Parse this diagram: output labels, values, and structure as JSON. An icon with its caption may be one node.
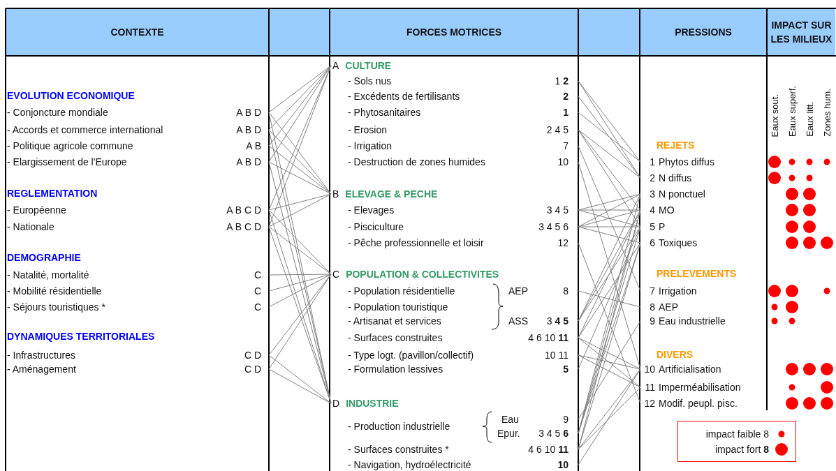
{
  "diagram": {
    "nodes": [
      {
        "text": [
          "CONTEXTE"
        ]
      },
      {
        "text": [
          "FORCES MOTRICES"
        ]
      },
      {
        "text": [
          "PRESSIONS"
        ]
      },
      {
        "text": [
          "IMPACT SUR LES MILIEUX"
        ]
      },
      {
        "text": [
          "- Conjoncture mondiale",
          "A B D"
        ]
      },
      {
        "text": [
          "- Accords et commerce international",
          "A B D"
        ]
      },
      {
        "text": [
          "- Politique agricole commune",
          "A B"
        ]
      },
      {
        "text": [
          "- Elargissement de l'Europe",
          "A B D"
        ]
      },
      {
        "text": [
          "- Européenne",
          "A B C D"
        ]
      },
      {
        "text": [
          "- Nationale",
          "A B C D"
        ]
      },
      {
        "text": [
          "- Natalité, mortalité",
          "C"
        ]
      },
      {
        "text": [
          "- Mobilité résidentielle",
          "C"
        ]
      },
      {
        "text": [
          "- Séjours touristiques *",
          "C"
        ]
      },
      {
        "text": [
          "- Infrastructures",
          "C D"
        ]
      },
      {
        "text": [
          "- Aménagement",
          "C D"
        ]
      },
      {
        "text": [
          "A",
          "CULTURE"
        ]
      },
      {
        "text": [
          "- Sols nus",
          "1 **2**"
        ]
      },
      {
        "text": [
          "- Excédents de fertilisants",
          "**2**"
        ]
      },
      {
        "text": [
          "- Phytosanitaires",
          "**1**"
        ]
      },
      {
        "text": [
          "- Erosion",
          "2 4 5"
        ]
      },
      {
        "text": [
          "- Irrigation",
          "7"
        ]
      },
      {
        "text": [
          "- Destruction de zones humides",
          "10"
        ]
      },
      {
        "text": [
          "B",
          "ELEVAGE & PECHE"
        ]
      },
      {
        "text": [
          "- Elevages",
          "3 4 5"
        ]
      },
      {
        "text": [
          "- Pisciculture",
          "3 4 5 6"
        ]
      },
      {
        "text": [
          "- Pêche professionnelle et loisir",
          "12"
        ]
      },
      {
        "text": [
          "C",
          "POPULATION & COLLECTIVITES"
        ]
      },
      {
        "text": [
          "- Population résidentielle"
        ]
      },
      {
        "text": [
          "AEP",
          "8"
        ]
      },
      {
        "text": [
          "- Population touristique"
        ]
      },
      {
        "text": [
          "- Artisanat et services"
        ]
      },
      {
        "text": [
          "ASS",
          "3 **4 5**"
        ]
      },
      {
        "text": [
          "- Surfaces construites",
          "4 6 10 **11**"
        ]
      },
      {
        "text": [
          "- Type logt. (pavillon/collectif)",
          "10 11"
        ]
      },
      {
        "text": [
          "- Formulation lessives",
          "**5**"
        ]
      },
      {
        "text": [
          "D",
          "INDUSTRIE"
        ]
      },
      {
        "text": [
          "- Production industrielle"
        ]
      },
      {
        "text": [
          "Eau",
          "9"
        ]
      },
      {
        "text": [
          "Epur.",
          "3 4 5 **6**"
        ]
      },
      {
        "text": [
          "- Surfaces construites *",
          "4 6 10 **11**"
        ]
      },
      {
        "text": [
          "- Navigation, hydroélectricité",
          "**10**"
        ]
      },
      {
        "text": [
          "1",
          "Phytos diffus"
        ]
      },
      {
        "text": [
          "2",
          "N diffus"
        ]
      },
      {
        "text": [
          "3",
          "N ponctuel"
        ]
      },
      {
        "text": [
          "4",
          "MO"
        ]
      },
      {
        "text": [
          "5",
          "P"
        ]
      },
      {
        "text": [
          "6",
          "Toxiques"
        ]
      },
      {
        "text": [
          "7",
          "Irrigation"
        ]
      },
      {
        "text": [
          "8",
          "AEP"
        ]
      },
      {
        "text": [
          "9",
          "Eau industrielle"
        ]
      },
      {
        "text": [
          "10",
          "Artificialisation"
        ]
      },
      {
        "text": [
          "11",
          "Imperméabilisation"
        ]
      },
      {
        "text": [
          "12",
          "Modif. peupl. pisc."
        ]
      },
      {
        "text": [],
        "shape": "box"
      },
      {
        "text": [],
        "shape": "box"
      }
    ],
    "edges": [
      {
        "from": 4,
        "to": 15,
        "arrow": "none"
      },
      {
        "from": 4,
        "to": 22,
        "arrow": "none"
      },
      {
        "from": 4,
        "to": 35,
        "arrow": "none"
      },
      {
        "from": 5,
        "to": 15,
        "arrow": "none"
      },
      {
        "from": 5,
        "to": 22,
        "arrow": "none"
      },
      {
        "from": 5,
        "to": 35,
        "arrow": "none"
      },
      {
        "from": 6,
        "to": 15,
        "arrow": "none"
      },
      {
        "from": 6,
        "to": 22,
        "arrow": "none"
      },
      {
        "from": 7,
        "to": 15,
        "arrow": "none"
      },
      {
        "from": 7,
        "to": 22,
        "arrow": "none"
      },
      {
        "from": 7,
        "to": 35,
        "arrow": "none"
      },
      {
        "from": 8,
        "to": 15,
        "arrow": "none"
      },
      {
        "from": 8,
        "to": 22,
        "arrow": "none"
      },
      {
        "from": 8,
        "to": 26,
        "arrow": "none"
      },
      {
        "from": 8,
        "to": 35,
        "arrow": "none"
      },
      {
        "from": 9,
        "to": 15,
        "arrow": "none"
      },
      {
        "from": 9,
        "to": 22,
        "arrow": "none"
      },
      {
        "from": 9,
        "to": 26,
        "arrow": "none"
      },
      {
        "from": 9,
        "to": 35,
        "arrow": "none"
      },
      {
        "from": 10,
        "to": 26,
        "arrow": "none"
      },
      {
        "from": 11,
        "to": 26,
        "arrow": "none"
      },
      {
        "from": 12,
        "to": 26,
        "arrow": "none"
      },
      {
        "from": 13,
        "to": 26,
        "arrow": "none"
      },
      {
        "from": 13,
        "to": 35,
        "arrow": "none"
      },
      {
        "from": 14,
        "to": 26,
        "arrow": "none"
      },
      {
        "from": 14,
        "to": 35,
        "arrow": "none"
      },
      {
        "from": 16,
        "to": 41,
        "arrow": "none"
      },
      {
        "from": 16,
        "to": 42,
        "arrow": "none"
      },
      {
        "from": 17,
        "to": 42,
        "arrow": "none"
      },
      {
        "from": 18,
        "to": 41,
        "arrow": "none"
      },
      {
        "from": 19,
        "to": 42,
        "arrow": "none"
      },
      {
        "from": 19,
        "to": 44,
        "arrow": "none"
      },
      {
        "from": 19,
        "to": 45,
        "arrow": "none"
      },
      {
        "from": 20,
        "to": 47,
        "arrow": "none"
      },
      {
        "from": 21,
        "to": 50,
        "arrow": "none"
      },
      {
        "from": 23,
        "to": 43,
        "arrow": "none"
      },
      {
        "from": 23,
        "to": 44,
        "arrow": "none"
      },
      {
        "from": 23,
        "to": 45,
        "arrow": "none"
      },
      {
        "from": 24,
        "to": 43,
        "arrow": "none"
      },
      {
        "from": 24,
        "to": 44,
        "arrow": "none"
      },
      {
        "from": 24,
        "to": 45,
        "arrow": "none"
      },
      {
        "from": 24,
        "to": 46,
        "arrow": "none"
      },
      {
        "from": 25,
        "to": 52,
        "arrow": "none"
      },
      {
        "from": 28,
        "to": 48,
        "arrow": "none"
      },
      {
        "from": 31,
        "to": 43,
        "arrow": "none"
      },
      {
        "from": 31,
        "to": 44,
        "arrow": "none"
      },
      {
        "from": 31,
        "to": 45,
        "arrow": "none"
      },
      {
        "from": 32,
        "to": 44,
        "arrow": "none"
      },
      {
        "from": 32,
        "to": 46,
        "arrow": "none"
      },
      {
        "from": 32,
        "to": 50,
        "arrow": "none"
      },
      {
        "from": 32,
        "to": 51,
        "arrow": "none"
      },
      {
        "from": 33,
        "to": 50,
        "arrow": "none"
      },
      {
        "from": 33,
        "to": 51,
        "arrow": "none"
      },
      {
        "from": 34,
        "to": 45,
        "arrow": "none"
      },
      {
        "from": 37,
        "to": 49,
        "arrow": "none"
      },
      {
        "from": 38,
        "to": 43,
        "arrow": "none"
      },
      {
        "from": 38,
        "to": 44,
        "arrow": "none"
      },
      {
        "from": 38,
        "to": 45,
        "arrow": "none"
      },
      {
        "from": 38,
        "to": 46,
        "arrow": "none"
      },
      {
        "from": 39,
        "to": 44,
        "arrow": "none"
      },
      {
        "from": 39,
        "to": 46,
        "arrow": "none"
      },
      {
        "from": 39,
        "to": 50,
        "arrow": "none"
      },
      {
        "from": 39,
        "to": 51,
        "arrow": "none"
      },
      {
        "from": 40,
        "to": 50,
        "arrow": "none"
      }
    ],
    "labels": [
      "EVOLUTION ECONOMIQUE",
      "REGLEMENTATION",
      "DEMOGRAPHIE",
      "DYNAMIQUES TERRITORIALES",
      "REJETS",
      "PRELEVEMENTS",
      "DIVERS",
      "Eaux sout.",
      "Eaux superf.",
      "Eaux litt.",
      "Zones hum."
    ],
    "legend": [
      {
        "text": "impact faible 8"
      },
      {
        "text": "impact fort **8**"
      }
    ]
  }
}
